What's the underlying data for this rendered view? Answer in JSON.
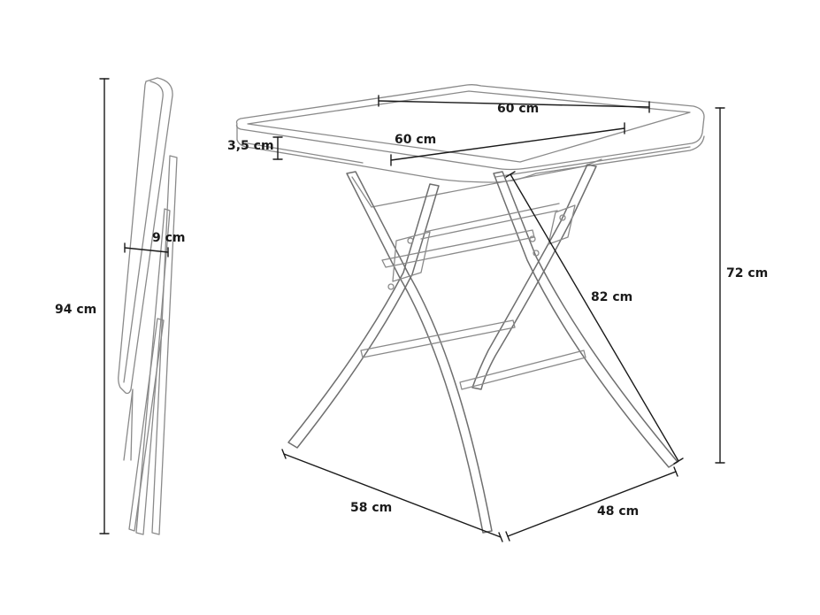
{
  "dimensions": {
    "folded_height": "94 cm",
    "folded_depth": "9 cm",
    "top_thickness": "3,5 cm",
    "top_width": "60 cm",
    "top_depth": "60 cm",
    "total_height": "72 cm",
    "leg_length": "82 cm",
    "base_width": "58 cm",
    "base_depth": "48 cm"
  }
}
